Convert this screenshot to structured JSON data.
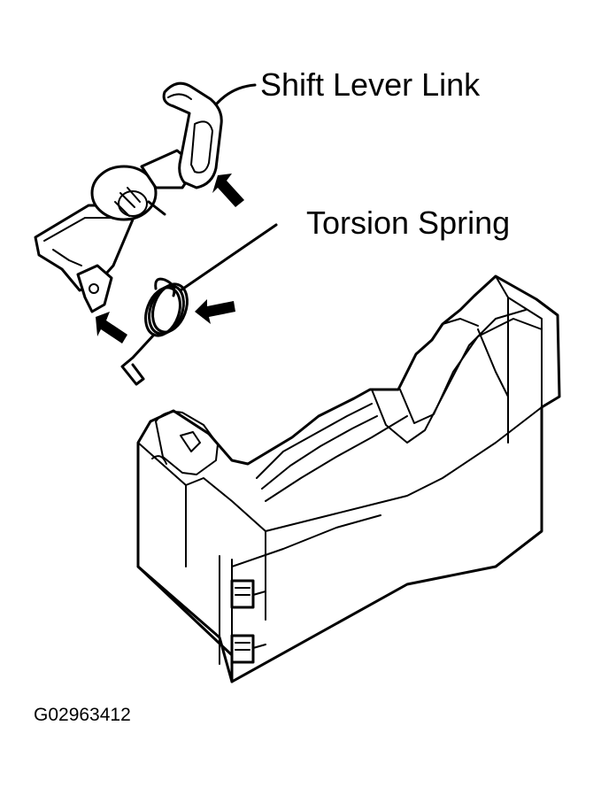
{
  "labels": {
    "shift_lever_link": "Shift Lever Link",
    "torsion_spring": "Torsion Spring"
  },
  "figure_id": "G02963412",
  "colors": {
    "ink": "#000000",
    "paper": "#ffffff"
  },
  "icons": [
    "arrow-icon"
  ]
}
